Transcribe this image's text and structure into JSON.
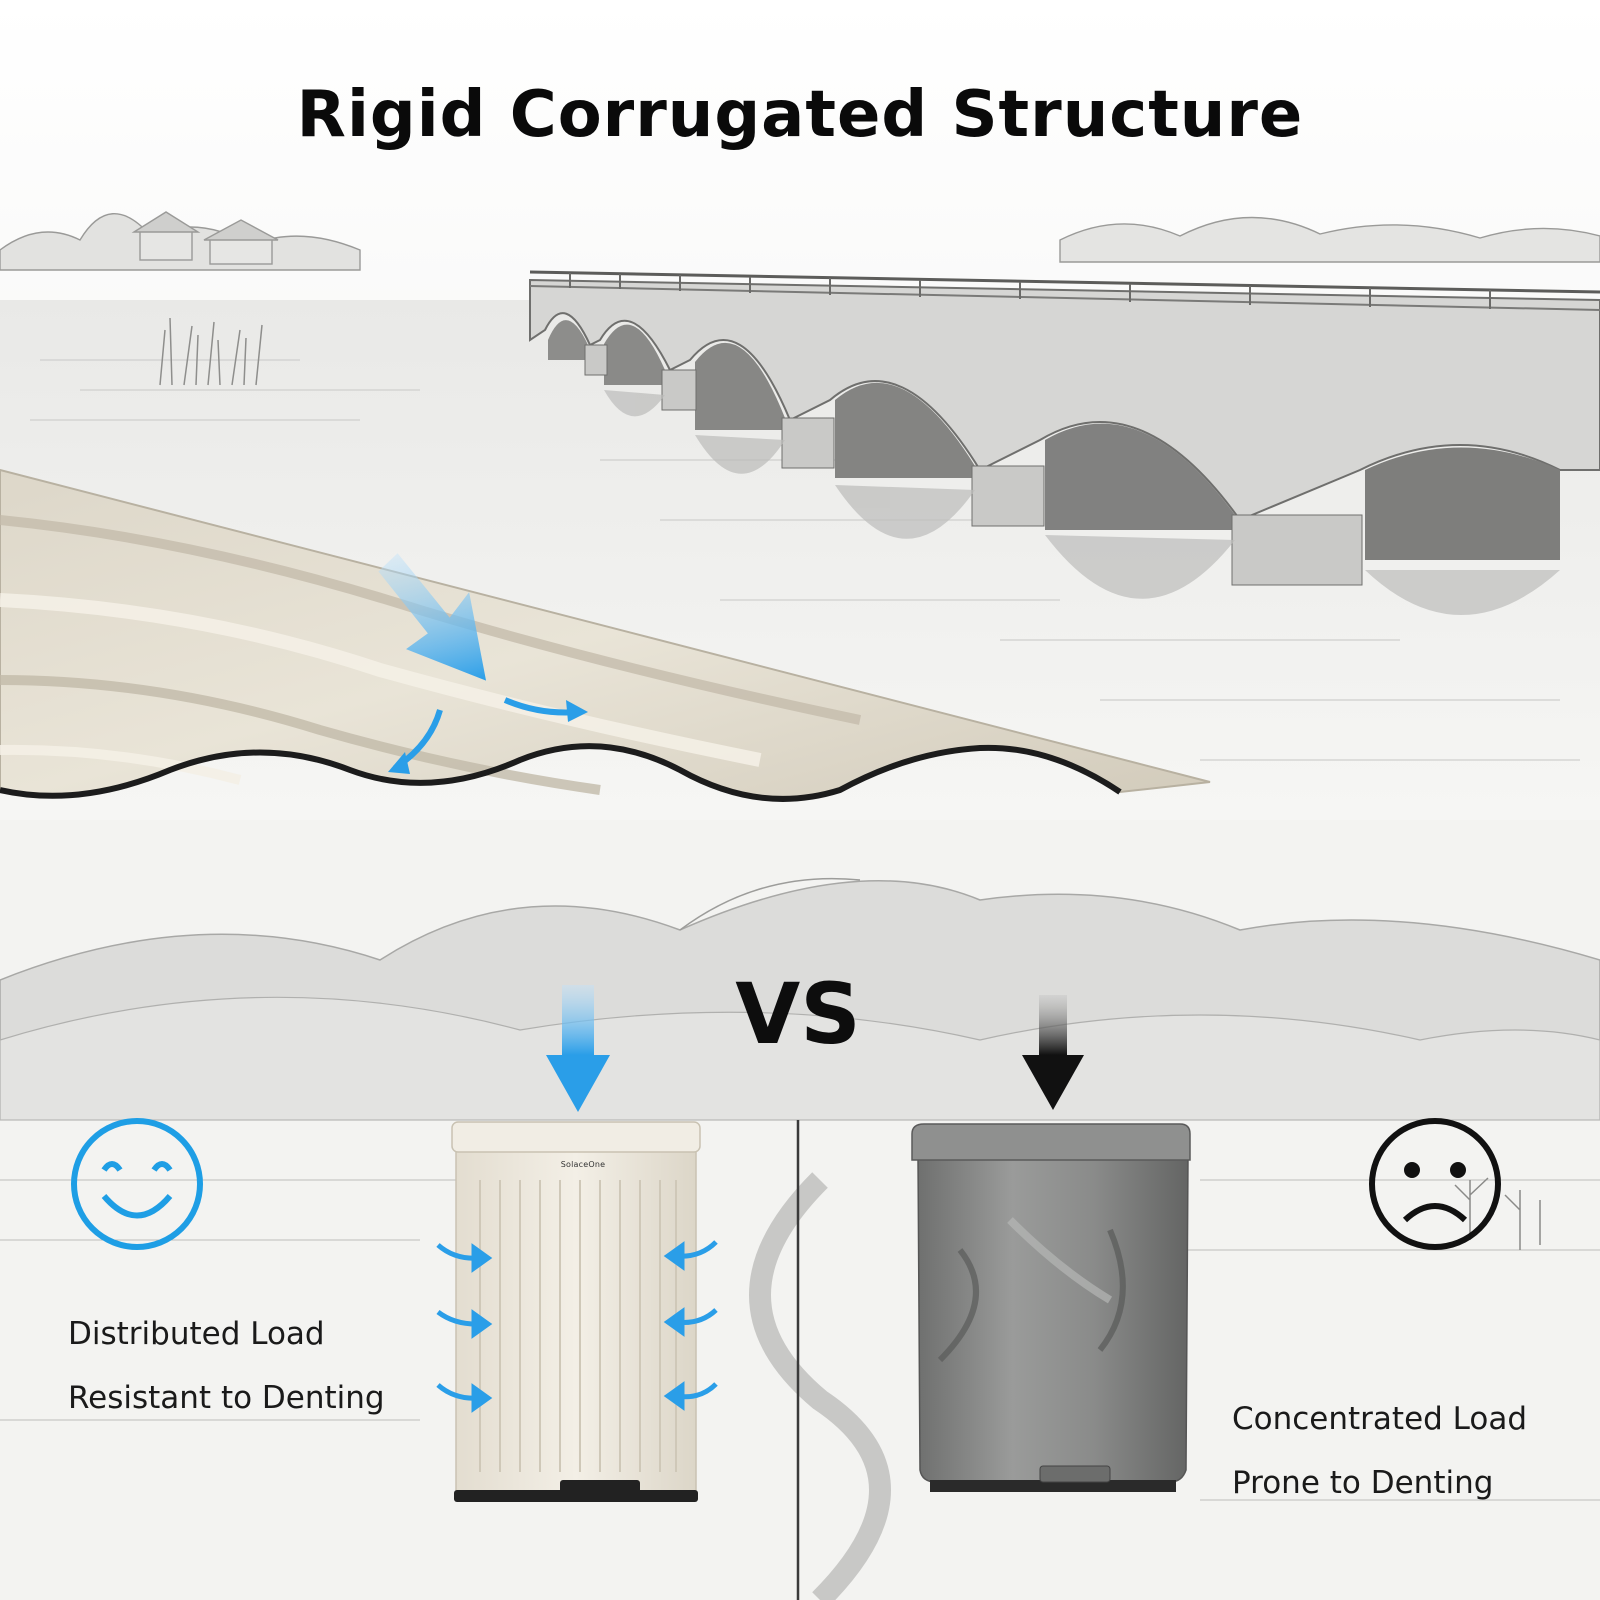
{
  "title": "Rigid Corrugated Structure",
  "vs_label": "VS",
  "good_panel": {
    "line1": "Distributed Load",
    "line2": "Resistant to Denting",
    "icon": "smiley-face-icon",
    "arrow_color": "#2a9ee8",
    "face_color": "#1e9ee5",
    "bin_color": "#efeadf",
    "brand": "SolaceOne"
  },
  "bad_panel": {
    "line1": "Concentrated Load",
    "line2": "Prone to Denting",
    "icon": "sad-face-icon",
    "arrow_color": "#1a1a1a",
    "bin_color": "#8a8b8a"
  }
}
